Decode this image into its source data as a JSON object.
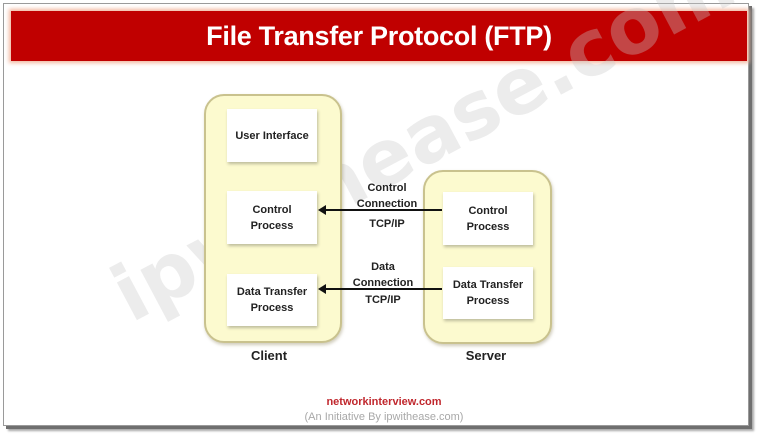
{
  "title": "File Transfer Protocol (FTP)",
  "watermark": "ipwithease.com",
  "client": {
    "label": "Client",
    "boxes": {
      "user_interface": "User Interface",
      "control_process": [
        "Control",
        "Process"
      ],
      "data_transfer_process": [
        "Data Transfer",
        "Process"
      ]
    }
  },
  "server": {
    "label": "Server",
    "boxes": {
      "control_process": [
        "Control",
        "Process"
      ],
      "data_transfer_process": [
        "Data Transfer",
        "Process"
      ]
    }
  },
  "connections": {
    "control": {
      "line1": "Control",
      "line2": "Connection",
      "protocol": "TCP/IP"
    },
    "data": {
      "line1": "Data",
      "line2": "Connection",
      "protocol": "TCP/IP"
    }
  },
  "footer": {
    "site": "networkinterview.com",
    "initiative": "(An Initiative By ipwithease.com)"
  },
  "colors": {
    "title_bar": "#c00000",
    "host_fill": "#fcfacf",
    "host_border": "#c9c28e",
    "footer_site": "#c0272d"
  }
}
